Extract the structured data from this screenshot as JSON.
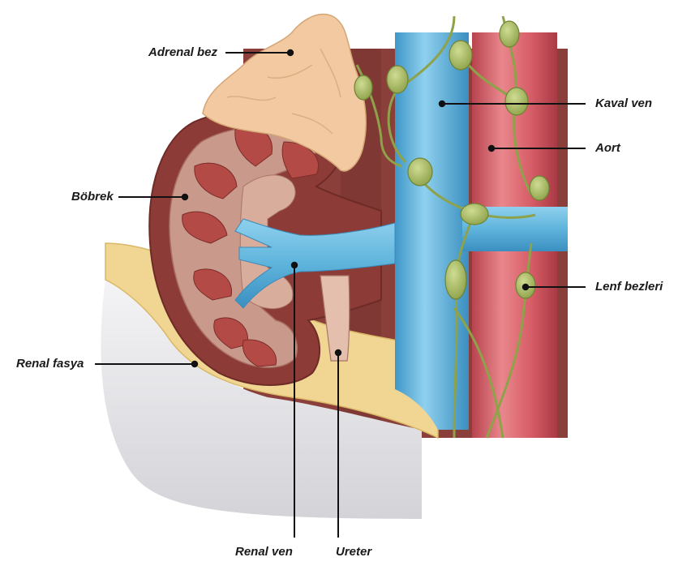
{
  "labels": {
    "adrenal": "Adrenal bez",
    "kidney": "Böbrek",
    "fascia": "Renal fasya",
    "renal_vein": "Renal ven",
    "ureter": "Ureter",
    "vena_cava": "Kaval ven",
    "aorta": "Aort",
    "lymph_nodes": "Lenf bezleri"
  },
  "colors": {
    "vein": "#5fb4dc",
    "aorta": "#d95f68",
    "kidney_tissue": "#8c3b36",
    "adrenal": "#f2c9a0",
    "fat": "#f1d593",
    "lymph": "#a7bb63",
    "peritoneum": "#e9e9ec"
  }
}
